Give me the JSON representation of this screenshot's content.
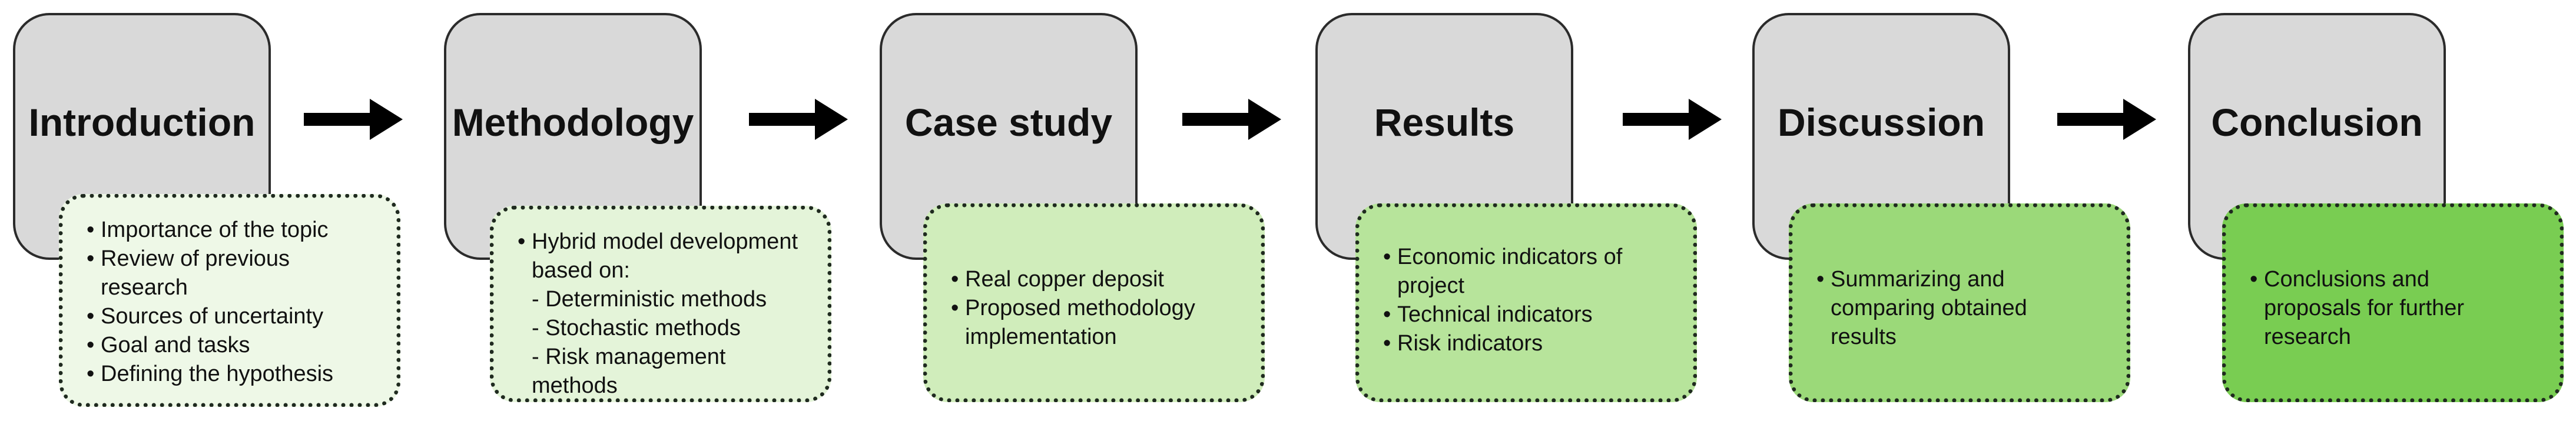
{
  "stages": [
    {
      "title": "Introduction",
      "fill": "#eef8e7",
      "items": [
        {
          "type": "bullet",
          "text": "Importance of the topic"
        },
        {
          "type": "bullet",
          "text": "Review of previous"
        },
        {
          "type": "plain",
          "text": "research"
        },
        {
          "type": "bullet",
          "text": "Sources of uncertainty"
        },
        {
          "type": "bullet",
          "text": "Goal and tasks"
        },
        {
          "type": "bullet",
          "text": "Defining the hypothesis"
        }
      ]
    },
    {
      "title": "Methodology",
      "fill": "#e4f4d9",
      "items": [
        {
          "type": "bullet",
          "text": "Hybrid model development"
        },
        {
          "type": "plain",
          "text": "based on:"
        },
        {
          "type": "dash",
          "text": "- Deterministic methods"
        },
        {
          "type": "dash",
          "text": "- Stochastic methods"
        },
        {
          "type": "dash",
          "text": "- Risk management"
        },
        {
          "type": "plain",
          "text": "methods"
        }
      ]
    },
    {
      "title": "Case study",
      "fill": "#d0edbb",
      "items": [
        {
          "type": "bullet",
          "text": "Real copper deposit"
        },
        {
          "type": "bullet",
          "text": "Proposed methodology"
        },
        {
          "type": "plain",
          "text": "implementation"
        }
      ]
    },
    {
      "title": "Results",
      "fill": "#b7e49b",
      "items": [
        {
          "type": "bullet",
          "text": "Economic indicators of"
        },
        {
          "type": "plain",
          "text": "project"
        },
        {
          "type": "bullet",
          "text": "Technical indicators"
        },
        {
          "type": "bullet",
          "text": "Risk indicators"
        }
      ]
    },
    {
      "title": "Discussion",
      "fill": "#9bd979",
      "items": [
        {
          "type": "bullet",
          "text": "Summarizing and"
        },
        {
          "type": "plain",
          "text": "comparing obtained"
        },
        {
          "type": "plain",
          "text": "results"
        }
      ]
    },
    {
      "title": "Conclusion",
      "fill": "#79cd52",
      "items": [
        {
          "type": "bullet",
          "text": "Conclusions and"
        },
        {
          "type": "plain",
          "text": "proposals for further"
        },
        {
          "type": "plain",
          "text": "research"
        }
      ]
    }
  ]
}
